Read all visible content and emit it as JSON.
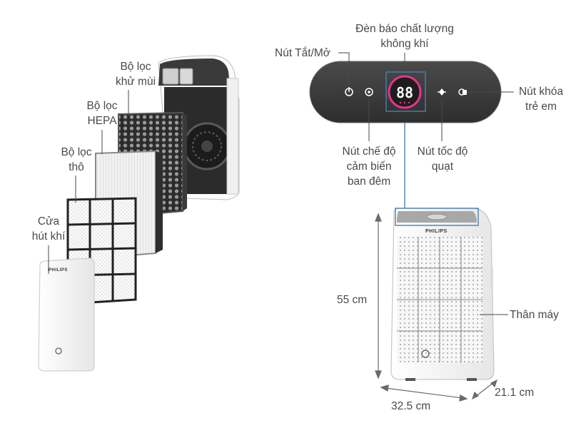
{
  "labels": {
    "deodor_filter": "Bộ lọc\nkhử mùi",
    "hepa_filter": "Bộ lọc\nHEPA",
    "coarse_filter": "Bộ lọc\nthô",
    "intake_door": "Cửa\nhút khí",
    "power_button": "Nút Tắt/Mở",
    "air_quality_light": "Đèn báo chất lượng\nkhông khí",
    "child_lock_button": "Nút khóa\ntrẻ em",
    "night_sensor_button": "Nút chế độ\ncảm biến\nban đêm",
    "fan_speed_button": "Nút tốc độ\nquạt",
    "body": "Thân máy"
  },
  "display": {
    "digits": "88"
  },
  "brand": {
    "name": "PHILIPS"
  },
  "dimensions": {
    "height": "55 cm",
    "width": "32.5 cm",
    "depth": "21.1 cm"
  },
  "colors": {
    "panel": "#3b3b3b",
    "ring": "#e8338a",
    "callout": "#4a7fb5",
    "body": "#f6f6f6"
  }
}
